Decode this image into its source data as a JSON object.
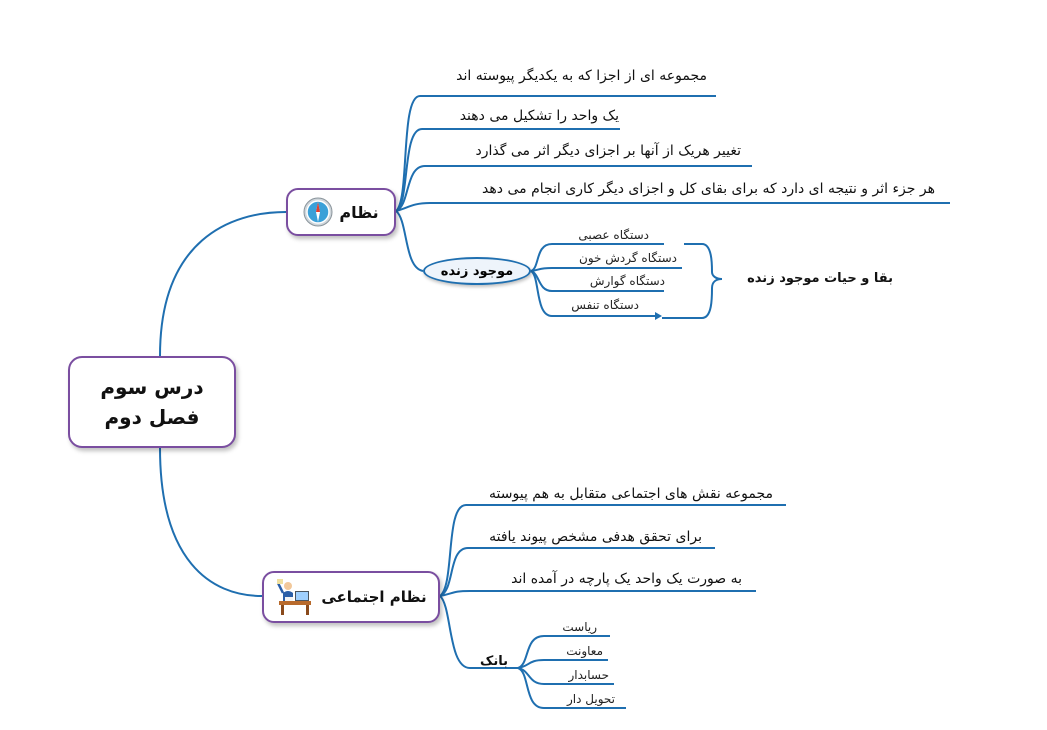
{
  "center": {
    "line1": "درس سوم",
    "line2": "فصل دوم"
  },
  "nezam": {
    "title": "نظام",
    "icon": "compass-icon",
    "branches": [
      "مجموعه ای از اجزا که به یکدیگر پیوسته اند",
      "یک واحد را تشکیل می دهند",
      "تغییر هریک از آنها بر اجزای دیگر اثر می گذارد",
      "هر جزء اثر و نتیجه ای دارد که برای بقای کل و اجزای دیگر کاری انجام می دهد"
    ],
    "living": {
      "title": "موجود زنده",
      "systems": [
        "دستگاه عصبی",
        "دستگاه گردش خون",
        "دستگاه گوارش",
        "دستگاه تنفس"
      ],
      "summary": "بقا و حیات موجود زنده"
    }
  },
  "social": {
    "title": "نظام اجتماعی",
    "icon": "office-worker-icon",
    "branches": [
      "مجموعه نقش های اجتماعی متقابل به هم پیوسته",
      "برای تحقق هدفی مشخص پیوند یافته",
      "به صورت یک واحد یک پارچه در آمده اند"
    ],
    "bank": {
      "title": "بانک",
      "roles": [
        "ریاست",
        "معاونت",
        "حسابدار",
        "تحویل دار"
      ]
    }
  },
  "colors": {
    "line": "#1f6fb0",
    "border": "#7a4ea0"
  }
}
